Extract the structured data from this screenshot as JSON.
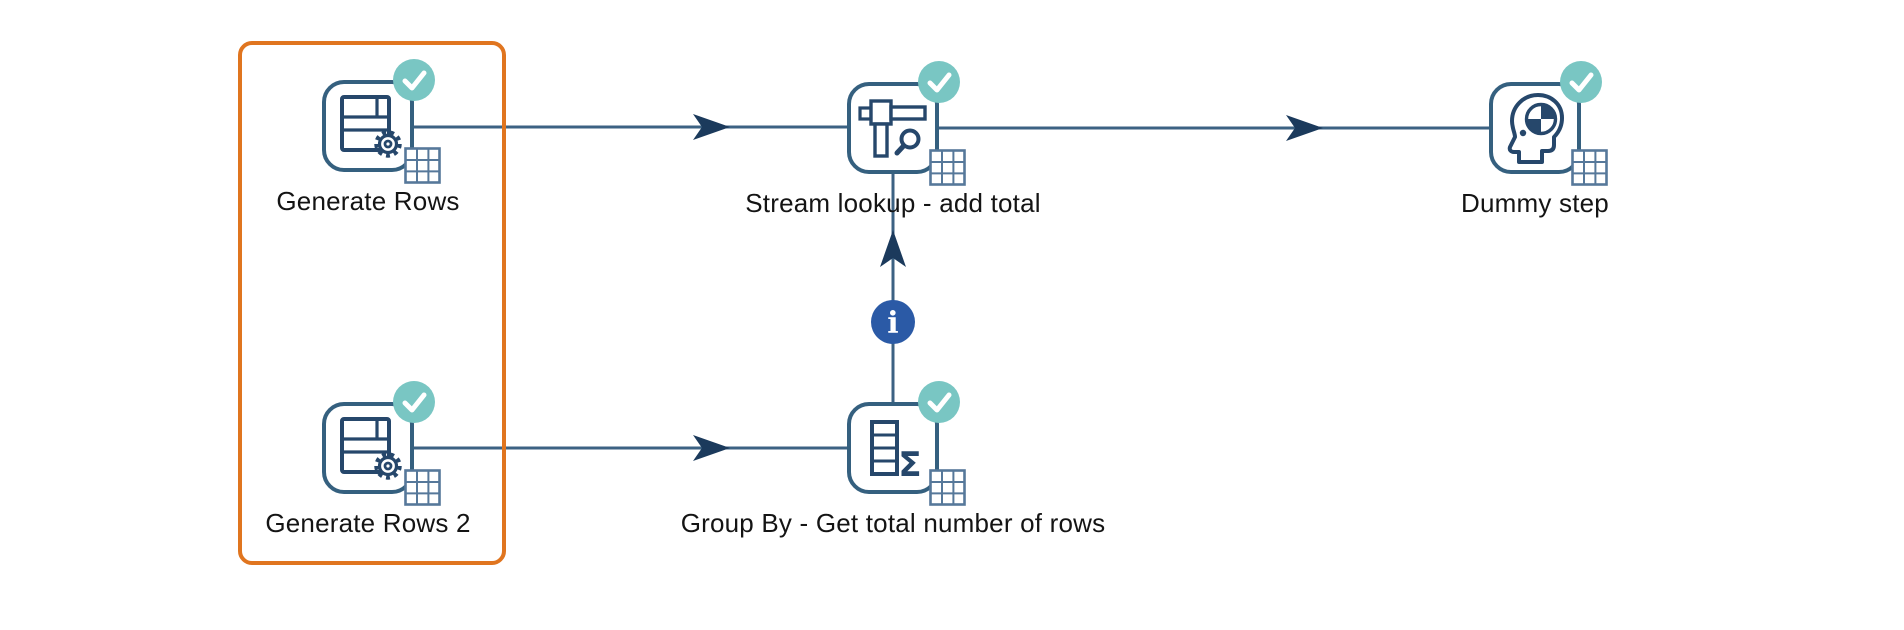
{
  "app": {
    "view": "pipeline-canvas"
  },
  "colors": {
    "background": "#ffffff",
    "hop_line": "#3C6283",
    "arrow_fill": "#1B3A5C",
    "step_outline": "#35607F",
    "glyph_stroke": "#26476B",
    "grid_stroke": "#56789A",
    "status_ok": "#79C6C3",
    "info_badge": "#2B5AA6",
    "selection": "#E0751F",
    "label_text": "#141414"
  },
  "steps": [
    {
      "label": "Generate Rows",
      "icon": "generate-rows-icon",
      "status": "ok",
      "selected": true
    },
    {
      "label": "Generate Rows 2",
      "icon": "generate-rows-icon",
      "status": "ok",
      "selected": true
    },
    {
      "label": "Stream lookup - add total",
      "icon": "stream-lookup-icon",
      "status": "ok",
      "selected": false
    },
    {
      "label": "Group By - Get total number of rows",
      "icon": "group-by-icon",
      "status": "ok",
      "selected": false
    },
    {
      "label": "Dummy step",
      "icon": "dummy-icon",
      "status": "ok",
      "selected": false
    }
  ],
  "hops": [
    {
      "from": "Generate Rows",
      "to": "Stream lookup - add total",
      "type": "main"
    },
    {
      "from": "Stream lookup - add total",
      "to": "Dummy step",
      "type": "main"
    },
    {
      "from": "Generate Rows 2",
      "to": "Group By - Get total number of rows",
      "type": "main"
    },
    {
      "from": "Group By - Get total number of rows",
      "to": "Stream lookup - add total",
      "type": "info"
    }
  ],
  "selection": {
    "selected_steps": [
      "Generate Rows",
      "Generate Rows 2"
    ]
  }
}
